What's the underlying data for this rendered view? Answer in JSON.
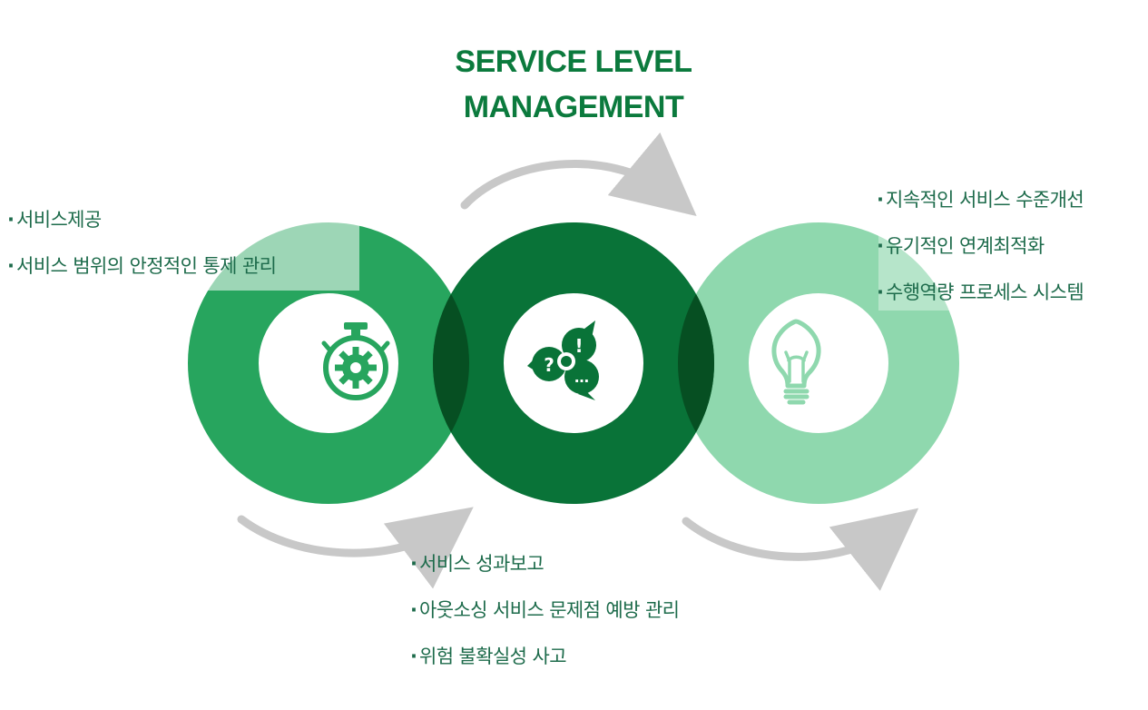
{
  "title": {
    "line1": "SERVICE LEVEL",
    "line2": "MANAGEMENT"
  },
  "colors": {
    "title": "#0b7a3d",
    "text": "#1d6b4b",
    "ring_left": "#27a55e",
    "ring_left_light": "#97d4af",
    "ring_center": "#097338",
    "ring_right": "#8fd8ae",
    "overlap": "#064f22",
    "arrow": "#c8c8c8"
  },
  "icons": {
    "left": "stopwatch-gear-icon",
    "center": "speech-bubbles-icon",
    "right": "lightbulb-icon"
  },
  "left_group": {
    "bullet": "·",
    "items": [
      "서비스제공",
      "서비스 범위의 안정적인 통제 관리"
    ]
  },
  "right_group": {
    "bullet": "·",
    "items": [
      "지속적인 서비스 수준개선",
      "유기적인 연계최적화",
      "수행역량 프로세스 시스템"
    ]
  },
  "bottom_group": {
    "bullet": "·",
    "items": [
      "서비스 성과보고",
      "아웃소싱 서비스 문제점 예방 관리",
      "위험 불확실성 사고"
    ]
  },
  "center_icon_glyphs": {
    "question": "?",
    "exclaim": "!",
    "dots": "…"
  }
}
